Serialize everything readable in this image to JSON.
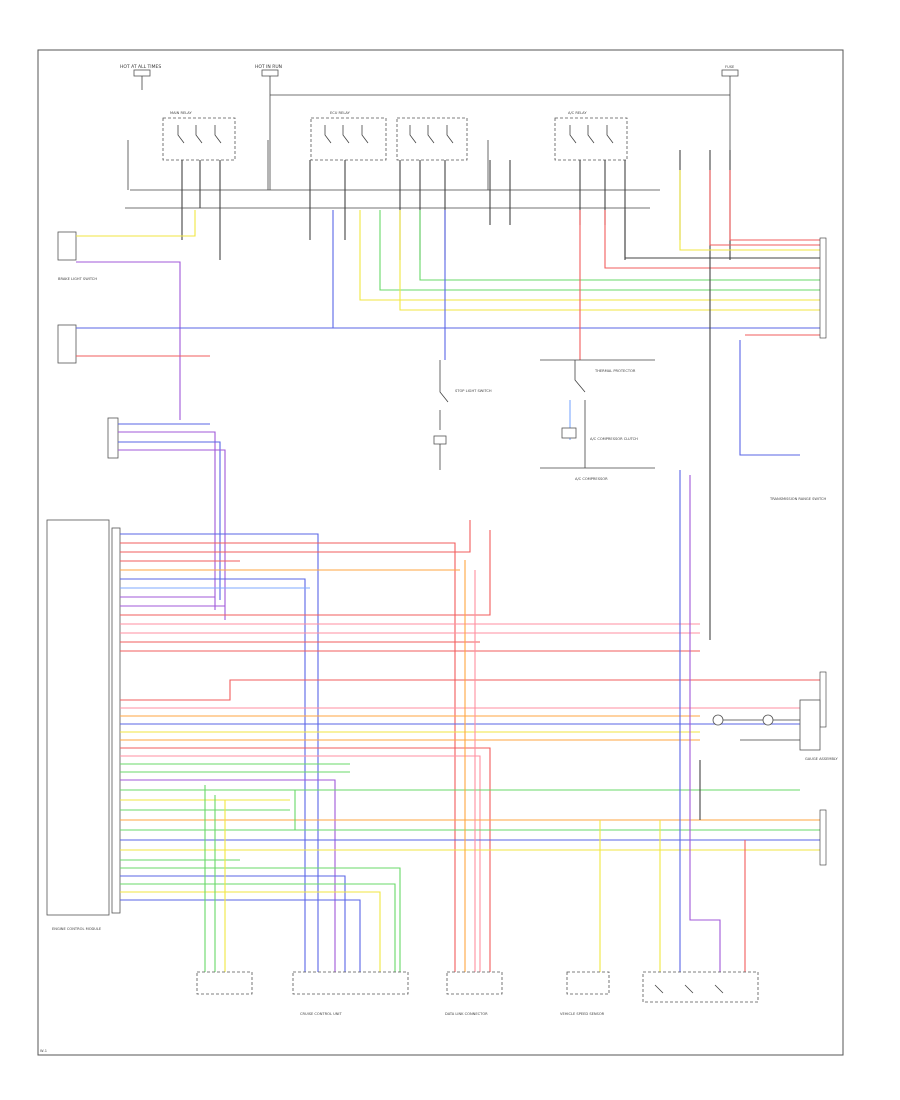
{
  "colors": {
    "red": "#f25c5c",
    "pink": "#ff8fa0",
    "blue": "#5a66e6",
    "lightblue": "#7fa8ff",
    "green": "#68d868",
    "yellow": "#f0e640",
    "orange": "#ffa640",
    "purple": "#a058d8",
    "gray": "#9a9a9a",
    "black": "#444444"
  },
  "labels": {
    "main_relay": "MAIN RELAY",
    "ecu_relay": "ECU RELAY",
    "ac_relay": "A/C RELAY",
    "stop_light_switch": "STOP LIGHT SWITCH",
    "ac_compressor": "A/C COMPRESSOR",
    "thermal_protector": "THERMAL PROTECTOR",
    "ac_compressor_clutch": "A/C COMPRESSOR CLUTCH",
    "cruise_control_unit": "CRUISE CONTROL UNIT",
    "engine_control_module": "ENGINE CONTROL MODULE",
    "brake_light_switch": "BRAKE LIGHT SWITCH",
    "data_link": "DATA LINK CONNECTOR",
    "speed_sensor": "VEHICLE SPEED SENSOR",
    "gauge_assembly": "GAUGE ASSEMBLY",
    "transmission": "TRANSMISSION RANGE SWITCH",
    "fuse": "FUSE",
    "hot_at_all_times": "HOT AT ALL TIMES",
    "hot_in_run": "HOT IN RUN",
    "page": "W-1"
  }
}
